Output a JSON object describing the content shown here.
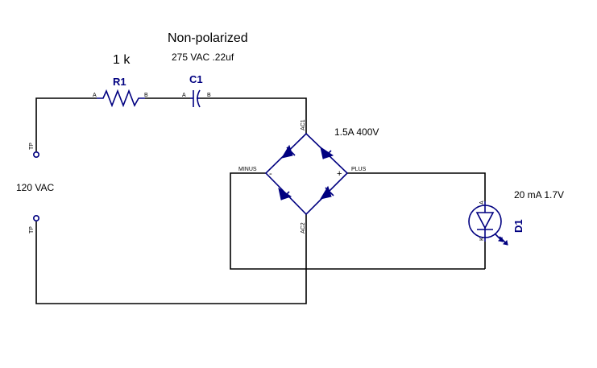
{
  "annotations": {
    "cap_type": "Non-polarized",
    "resistor_value": "1 k",
    "cap_value": "275 VAC .22uf",
    "bridge_rating": "1.5A 400V",
    "source_voltage": "120 VAC",
    "led_rating": "20 mA 1.7V"
  },
  "components": {
    "r1": {
      "ref": "R1",
      "pin_a": "A",
      "pin_b": "B"
    },
    "c1": {
      "ref": "C1",
      "pin_a": "A",
      "pin_b": "B"
    },
    "bridge": {
      "ac1": "AC1",
      "ac2": "AC2",
      "minus": "MINUS",
      "plus": "PLUS",
      "minus_sign": "-",
      "plus_sign": "+"
    },
    "d1": {
      "ref": "D1",
      "pin_a": "A",
      "pin_k": "K"
    },
    "tp_top": {
      "label": "TP"
    },
    "tp_bottom": {
      "label": "TP"
    }
  },
  "colors": {
    "wire": "#000000",
    "component": "#000080"
  }
}
